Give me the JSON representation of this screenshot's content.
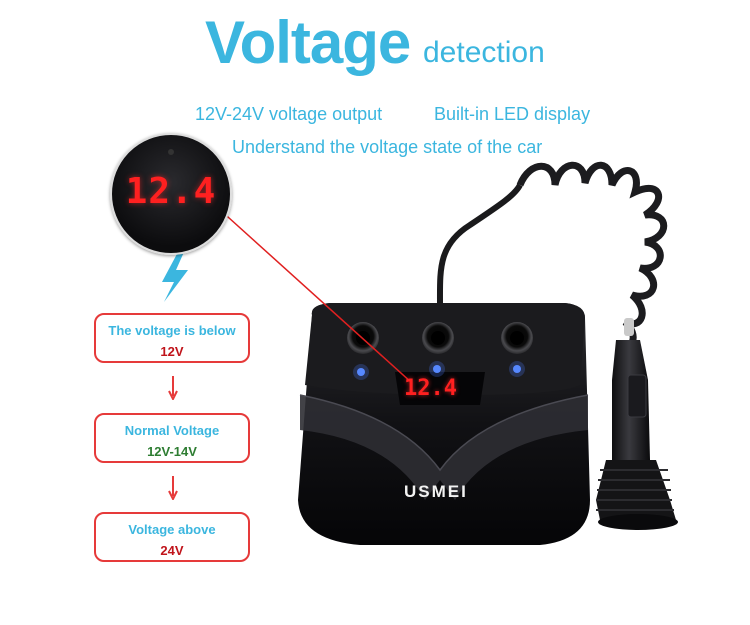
{
  "title": {
    "main": "Voltage",
    "sub": "detection"
  },
  "features": {
    "line1a": "12V-24V voltage output",
    "line1b": "Built-in LED display",
    "line2": "Understand the voltage state of the car"
  },
  "display": {
    "zoom_reading": "12.4",
    "device_reading": "12.4"
  },
  "states": [
    {
      "label": "The voltage is below",
      "value": "12V",
      "value_color": "#c0141b"
    },
    {
      "label": "Normal Voltage",
      "value": "12V-14V",
      "value_color": "#2e7d32"
    },
    {
      "label": "Voltage above",
      "value": "24V",
      "value_color": "#c0141b"
    }
  ],
  "device": {
    "brand": "USMEI"
  },
  "colors": {
    "accent": "#3bb6df",
    "warning": "#e63a3a",
    "led": "#ff2020",
    "indicator": "#4a7bff"
  }
}
